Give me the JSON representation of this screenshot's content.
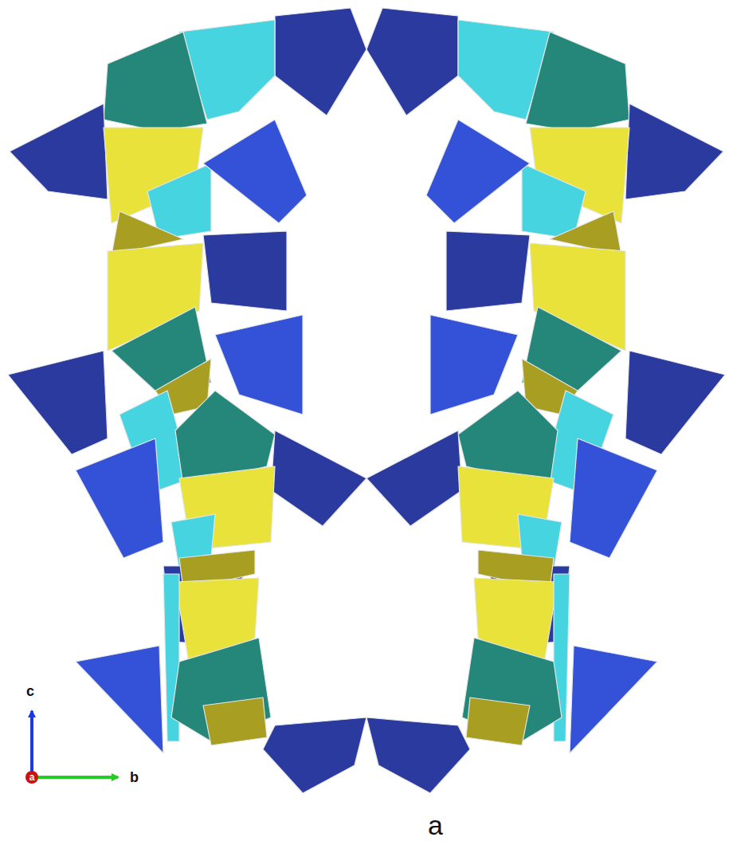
{
  "diagram": {
    "caption": "a",
    "labels": [
      "c",
      "b",
      "a"
    ]
  }
}
